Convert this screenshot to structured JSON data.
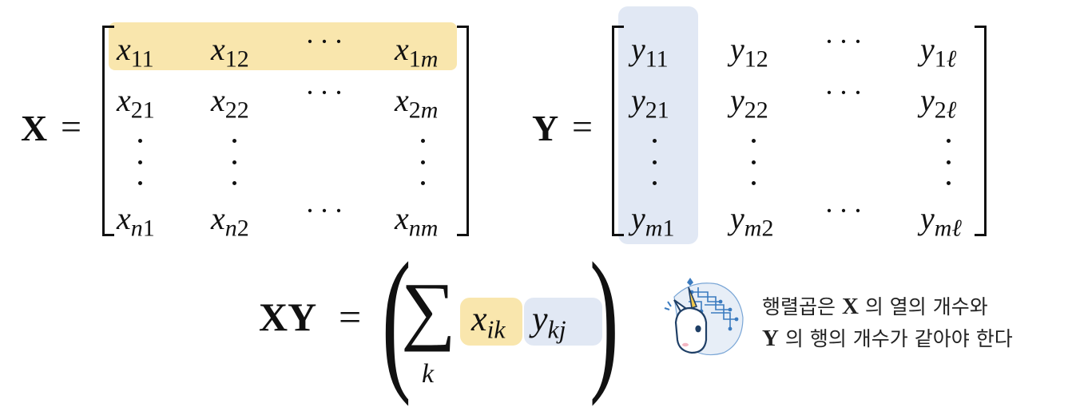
{
  "matrix_x": {
    "label": "X",
    "equals": "=",
    "rows": [
      [
        {
          "base": "x",
          "sub": "11"
        },
        {
          "base": "x",
          "sub": "12"
        },
        {
          "dots": "···"
        },
        {
          "base": "x",
          "sub": "1",
          "sub_it": "m"
        }
      ],
      [
        {
          "base": "x",
          "sub": "21"
        },
        {
          "base": "x",
          "sub": "22"
        },
        {
          "dots": "···"
        },
        {
          "base": "x",
          "sub": "2",
          "sub_it": "m"
        }
      ],
      [
        {
          "base": "x",
          "sub_it": "n",
          "sub": "1"
        },
        {
          "base": "x",
          "sub_it": "n",
          "sub": "2"
        },
        {
          "dots": "···"
        },
        {
          "base": "x",
          "sub_it": "nm"
        }
      ]
    ]
  },
  "matrix_y": {
    "label": "Y",
    "equals": "=",
    "rows": [
      [
        {
          "base": "y",
          "sub": "11"
        },
        {
          "base": "y",
          "sub": "12"
        },
        {
          "dots": "···"
        },
        {
          "base": "y",
          "sub": "1",
          "sub_it": "ℓ"
        }
      ],
      [
        {
          "base": "y",
          "sub": "21"
        },
        {
          "base": "y",
          "sub": "22"
        },
        {
          "dots": "···"
        },
        {
          "base": "y",
          "sub": "2",
          "sub_it": "ℓ"
        }
      ],
      [
        {
          "base": "y",
          "sub_it": "m",
          "sub": "1"
        },
        {
          "base": "y",
          "sub_it": "m",
          "sub": "2"
        },
        {
          "dots": "···"
        },
        {
          "base": "y",
          "sub_it": "mℓ"
        }
      ]
    ]
  },
  "product": {
    "label": "XY",
    "equals": "=",
    "sum_symbol": "∑",
    "sum_index": "k",
    "x_term": {
      "base": "x",
      "sub": "ik"
    },
    "y_term": {
      "base": "y",
      "sub": "kj"
    }
  },
  "note": {
    "line1_pre": "행렬곱은 ",
    "line1_bold": "X",
    "line1_post": " 의 열의 개수와",
    "line2_bold": "Y",
    "line2_post": " 의 행의 개수가 같아야 한다"
  },
  "colors": {
    "row_highlight": "#f9e6ad",
    "col_highlight": "#e1e8f4",
    "mascot_accent": "#3b7bbf"
  },
  "icons": {
    "mascot": "unicorn-mascot-icon"
  }
}
